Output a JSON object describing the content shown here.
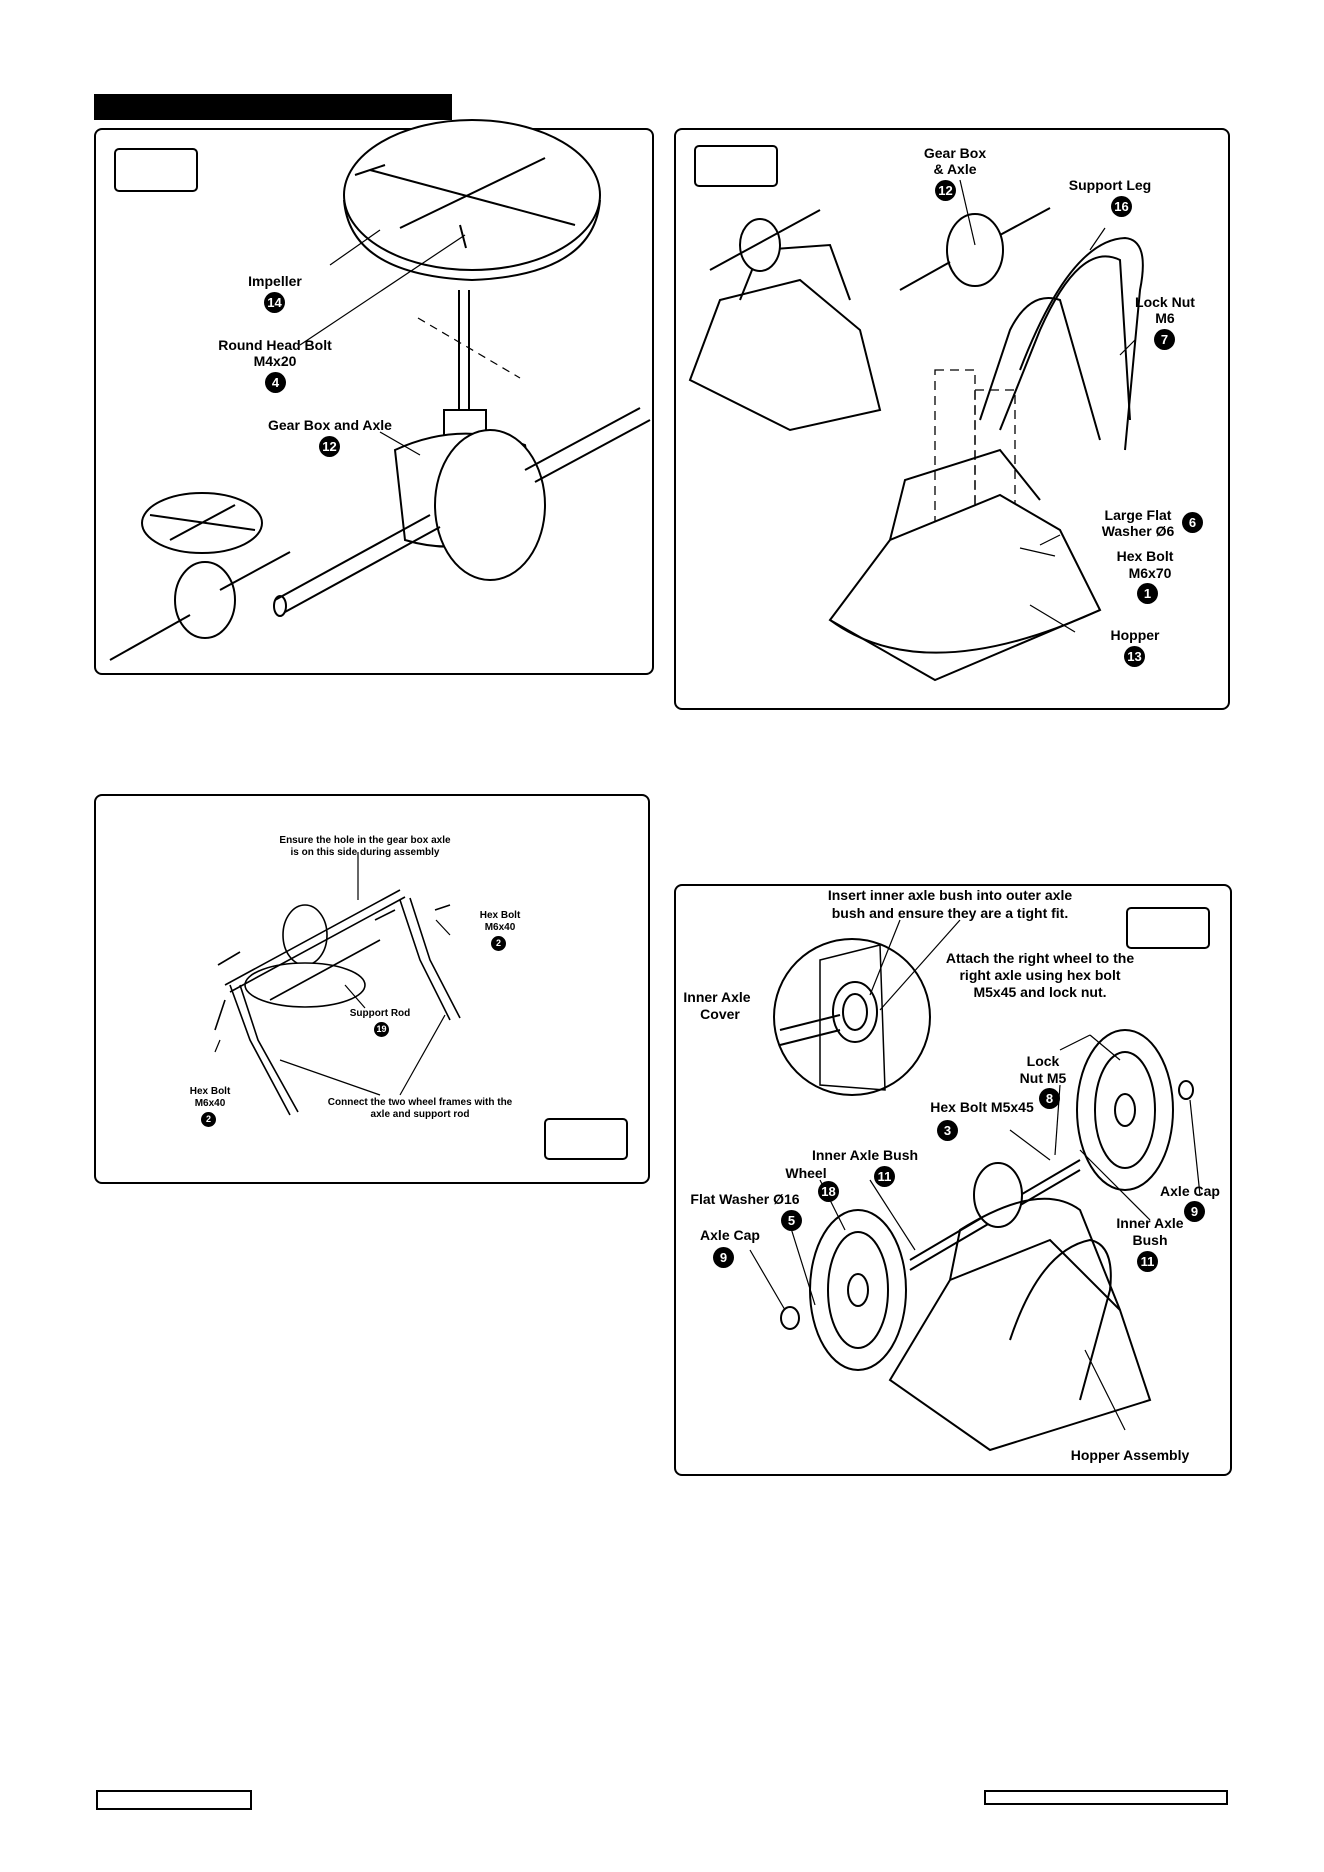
{
  "panel1": {
    "labels": {
      "impeller": "Impeller",
      "round_head_bolt": "Round Head Bolt",
      "round_head_bolt_size": "M4x20",
      "gear_box_axle": "Gear Box and Axle"
    },
    "numbers": {
      "impeller": "14",
      "bolt": "4",
      "gearbox": "12"
    }
  },
  "panel2": {
    "labels": {
      "gear_box": "Gear Box",
      "and_axle": "& Axle",
      "support_leg": "Support Leg",
      "lock_nut": "Lock Nut",
      "lock_nut_size": "M6",
      "large_flat": "Large Flat",
      "washer": "Washer Ø6",
      "hex_bolt": "Hex Bolt",
      "hex_bolt_size": "M6x70",
      "hopper": "Hopper"
    },
    "numbers": {
      "gearbox": "12",
      "support_leg": "16",
      "lock_nut": "7",
      "washer": "6",
      "hex_bolt": "1",
      "hopper": "13"
    }
  },
  "panel3": {
    "labels": {
      "note_line1": "Ensure the hole in the gear box axle",
      "note_line2": "is on this side during assembly",
      "hex_bolt_right": "Hex Bolt",
      "hex_bolt_right_size": "M6x40",
      "support_rod": "Support Rod",
      "hex_bolt_left": "Hex Bolt",
      "hex_bolt_left_size": "M6x40",
      "connect_line1": "Connect the two wheel frames with the",
      "connect_line2": "axle and support rod"
    },
    "numbers": {
      "hex_bolt_right": "2",
      "support_rod": "19",
      "hex_bolt_left": "2"
    }
  },
  "panel4": {
    "labels": {
      "insert_line1": "Insert inner axle bush into outer axle",
      "insert_line2": "bush and ensure they are a tight fit.",
      "attach_line1": "Attach the right wheel to the",
      "attach_line2": "right axle using hex bolt",
      "attach_line3": "M5x45 and lock nut.",
      "inner_axle": "Inner Axle",
      "cover": "Cover",
      "lock": "Lock",
      "nut_m5": "Nut M5",
      "hex_bolt_m5": "Hex Bolt M5x45",
      "inner_axle_bush": "Inner Axle Bush",
      "wheel": "Wheel",
      "flat_washer": "Flat Washer Ø16",
      "axle_cap_left": "Axle Cap",
      "axle_cap_right": "Axle Cap",
      "inner_axle_r": "Inner Axle",
      "bush_r": "Bush",
      "hopper_assembly": "Hopper Assembly"
    },
    "numbers": {
      "lock_nut": "8",
      "hex_bolt": "3",
      "inner_axle_bush": "11",
      "wheel": "18",
      "flat_washer": "5",
      "axle_cap_left": "9",
      "axle_cap_right": "9",
      "inner_axle_bush_r": "11"
    }
  }
}
